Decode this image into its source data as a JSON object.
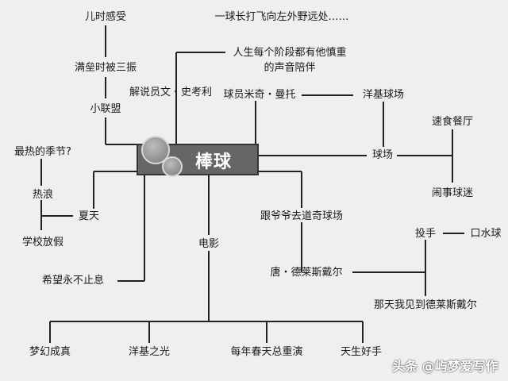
{
  "root": "棒球",
  "nodes": {
    "childhood_feeling": "儿时感受",
    "bases_loaded_strikeout": "满垒时被三振",
    "little_league": "小联盟",
    "hottest_season": "最热的季节?",
    "heat_wave": "热浪",
    "summer": "夏天",
    "school_vacation": "学校放假",
    "hope_never_ends": "希望永不止息",
    "announcer": "解说员文・史考利",
    "long_hit": "一球长打飞向左外野远处……",
    "voice_companion": "人生每个阶段都有他慎重的声音陪伴",
    "player_mickey": "球员米奇・曼托",
    "yankee_stadium": "洋基球场",
    "fast_food": "速食餐厅",
    "ballpark": "球场",
    "rowdy_fans": "闹事球迷",
    "grandpa_dodger": "跟爷爷去道奇球场",
    "pitcher": "投手",
    "spitball": "口水球",
    "don_drysdale": "唐・德莱斯戴尔",
    "saw_drysdale": "那天我见到德莱斯戴尔",
    "movies": "电影",
    "field_of_dreams": "梦幻成真",
    "pride_yankees": "洋基之光",
    "spring_rerun": "每年春天总重演",
    "the_natural": "天生好手"
  },
  "watermark": "头条 @屿梦爱写作"
}
